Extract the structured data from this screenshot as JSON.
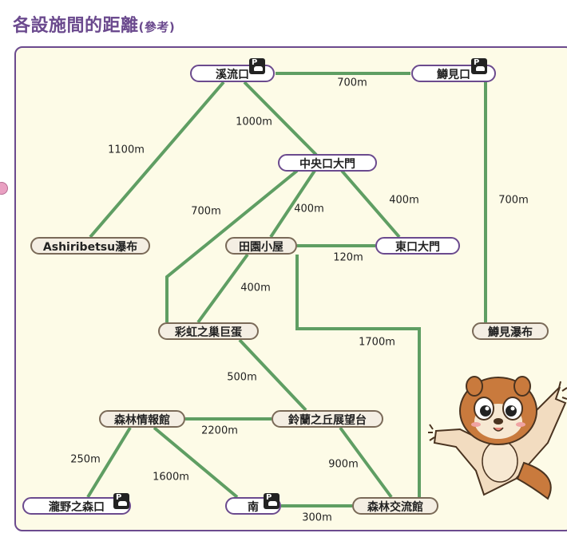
{
  "title": {
    "main": "各設施間的距離",
    "sub": "(參考)"
  },
  "nodes": [
    {
      "id": "keiryuguchi",
      "label": "溪流口",
      "type": "gate",
      "parking": true
    },
    {
      "id": "masumi_guchi",
      "label": "鱒見口",
      "type": "gate",
      "parking": true
    },
    {
      "id": "chuo",
      "label": "中央口大門",
      "type": "gate",
      "parking": false
    },
    {
      "id": "ashiribetsu",
      "label": "Ashiribetsu瀑布",
      "type": "place",
      "parking": false
    },
    {
      "id": "denen",
      "label": "田園小屋",
      "type": "place",
      "parking": false
    },
    {
      "id": "higashi",
      "label": "東口大門",
      "type": "gate",
      "parking": false
    },
    {
      "id": "masumi_falls",
      "label": "鱒見瀑布",
      "type": "place",
      "parking": false
    },
    {
      "id": "niji",
      "label": "彩虹之巢巨蛋",
      "type": "place",
      "parking": false
    },
    {
      "id": "suzuran",
      "label": "鈴蘭之丘展望台",
      "type": "place",
      "parking": false
    },
    {
      "id": "joho",
      "label": "森林情報館",
      "type": "place",
      "parking": false
    },
    {
      "id": "takino",
      "label": "瀧野之森口",
      "type": "gate",
      "parking": true
    },
    {
      "id": "minami",
      "label": "南",
      "type": "gate",
      "parking": true
    },
    {
      "id": "koryu",
      "label": "森林交流館",
      "type": "place",
      "parking": false
    }
  ],
  "edges": [
    {
      "from": "keiryuguchi",
      "to": "masumi_guchi",
      "distance": "700m"
    },
    {
      "from": "keiryuguchi",
      "to": "chuo",
      "distance": "1000m"
    },
    {
      "from": "keiryuguchi",
      "to": "ashiribetsu",
      "distance": "1100m"
    },
    {
      "from": "masumi_guchi",
      "to": "masumi_falls",
      "distance": "700m"
    },
    {
      "from": "chuo",
      "to": "niji",
      "distance": "700m"
    },
    {
      "from": "chuo",
      "to": "denen",
      "distance": "400m"
    },
    {
      "from": "chuo",
      "to": "higashi",
      "distance": "400m"
    },
    {
      "from": "denen",
      "to": "higashi",
      "distance": "120m"
    },
    {
      "from": "denen",
      "to": "niji",
      "distance": "400m"
    },
    {
      "from": "denen",
      "to": "koryu",
      "distance": "1700m"
    },
    {
      "from": "niji",
      "to": "suzuran",
      "distance": "500m"
    },
    {
      "from": "joho",
      "to": "suzuran",
      "distance": "2200m"
    },
    {
      "from": "joho",
      "to": "takino",
      "distance": "250m"
    },
    {
      "from": "joho",
      "to": "minami",
      "distance": "1600m"
    },
    {
      "from": "suzuran",
      "to": "koryu",
      "distance": "900m"
    },
    {
      "from": "minami",
      "to": "koryu",
      "distance": "300m"
    }
  ],
  "colors": {
    "title": "#6b4a8e",
    "route": "#5f9e63",
    "panel_bg": "#fdfbe7",
    "panel_border": "#6b4a8e",
    "gate_border": "#6b4a8e",
    "place_border": "#7a6a58"
  },
  "icons": {
    "parking": "parking-car-icon",
    "mascot": "flying-squirrel-mascot"
  }
}
